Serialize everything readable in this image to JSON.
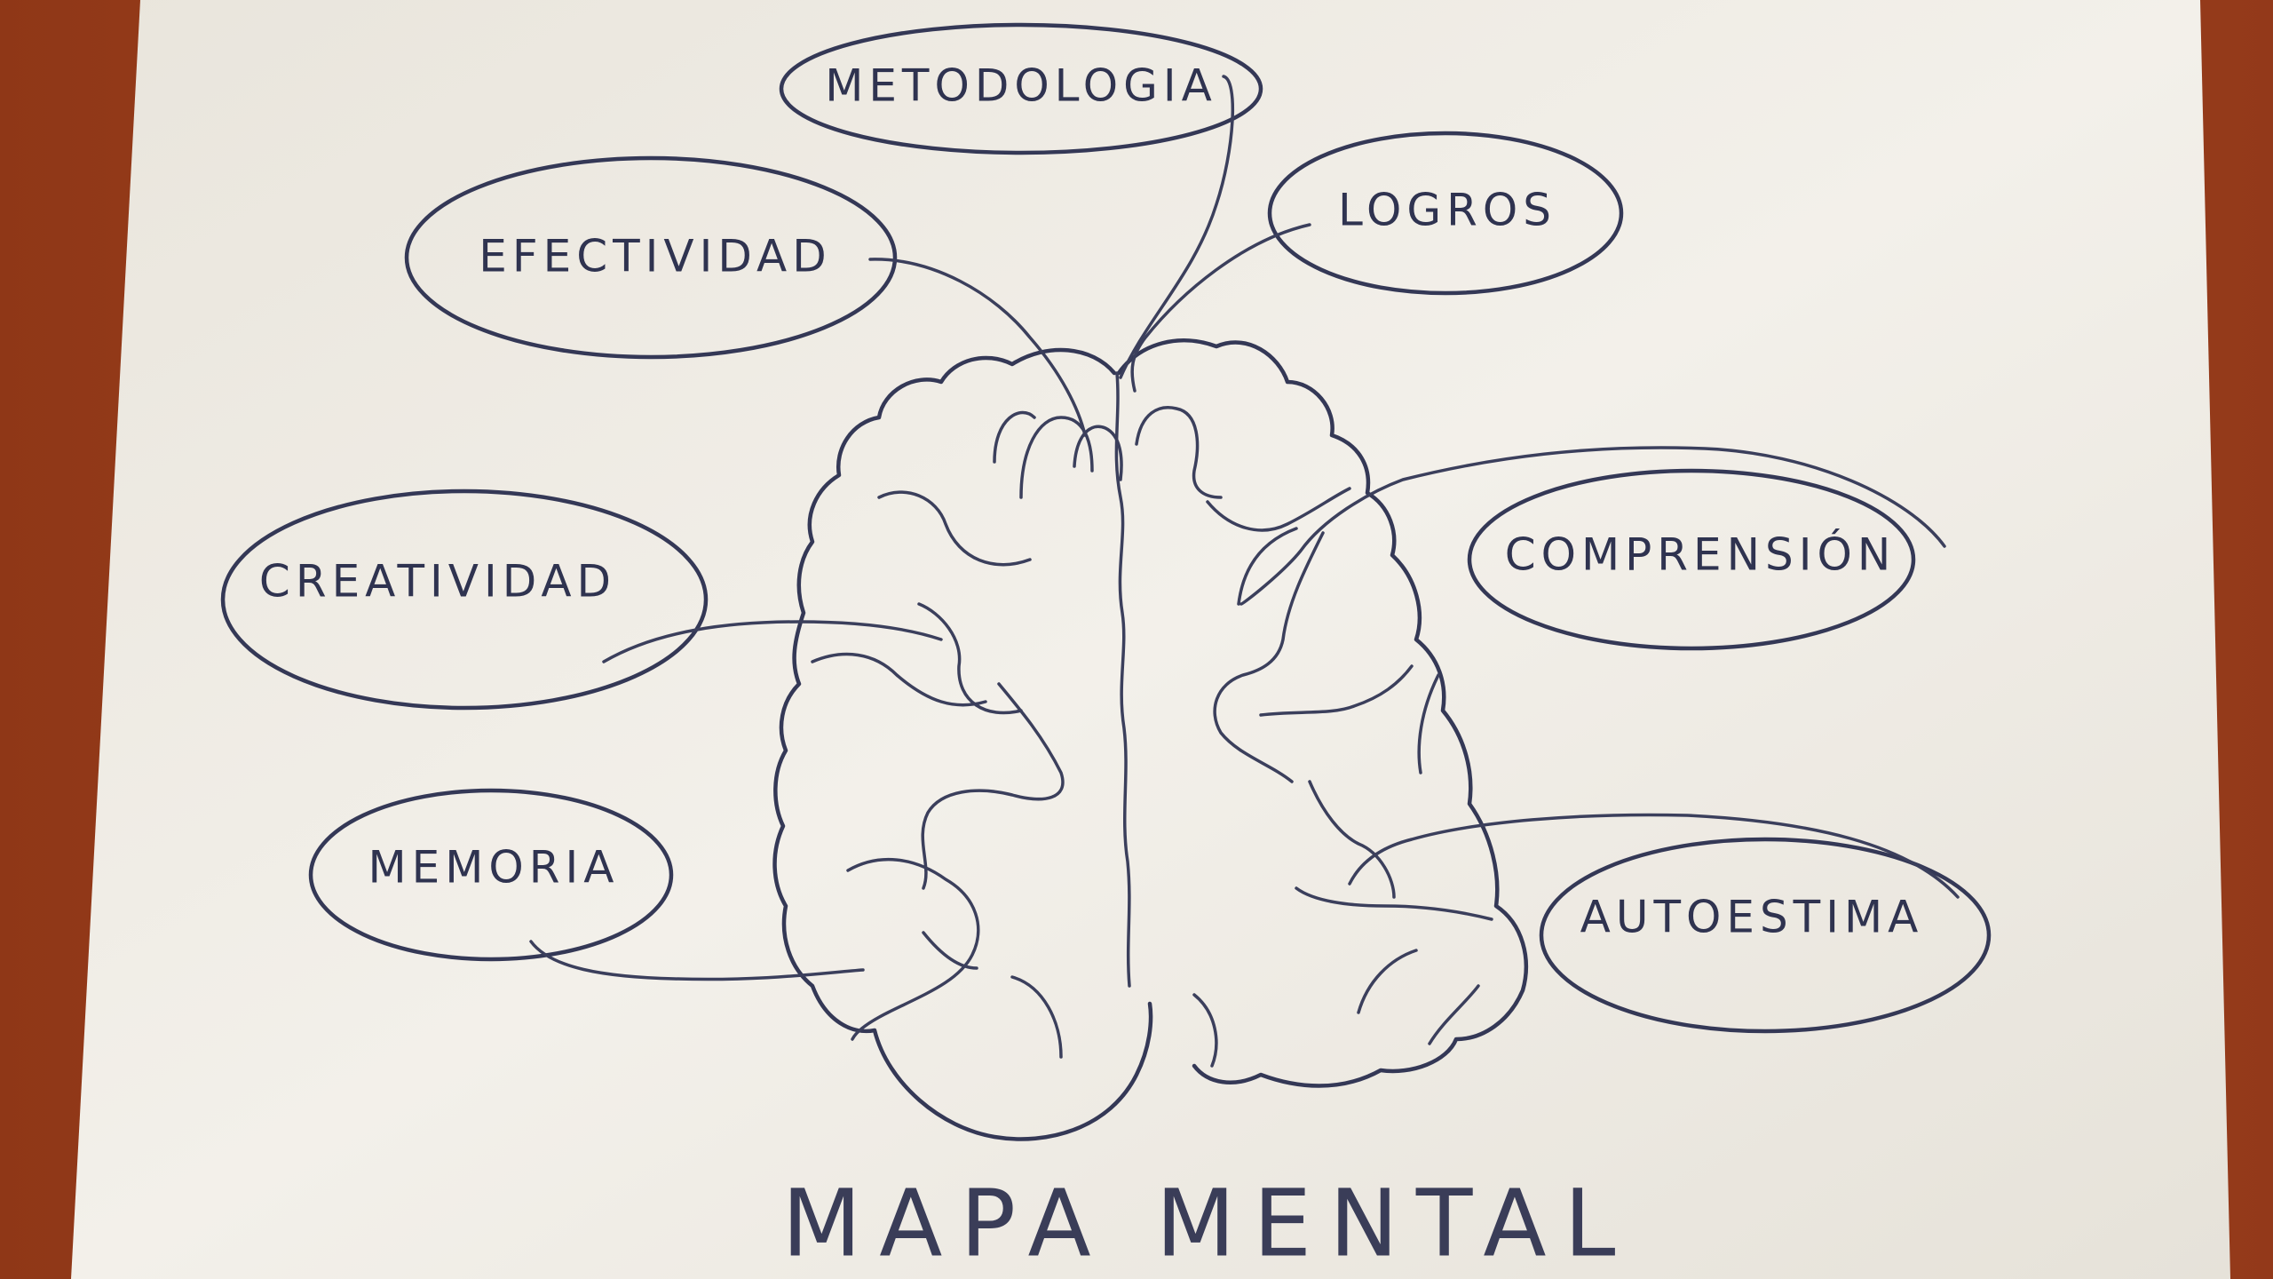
{
  "title": "MAPA MENTAL",
  "nodes": {
    "metodologia": "METODOLOGIA",
    "logros": "LOGROS",
    "efectividad": "EFECTIVIDAD",
    "creatividad": "CREATIVIDAD",
    "comprension": "COMPRENSIÓN",
    "memoria": "MEMORIA",
    "autoestima": "AUTOESTIMA"
  },
  "colors": {
    "paper": "#f2efe8",
    "background": "#a0411c",
    "ink": "#343856"
  }
}
